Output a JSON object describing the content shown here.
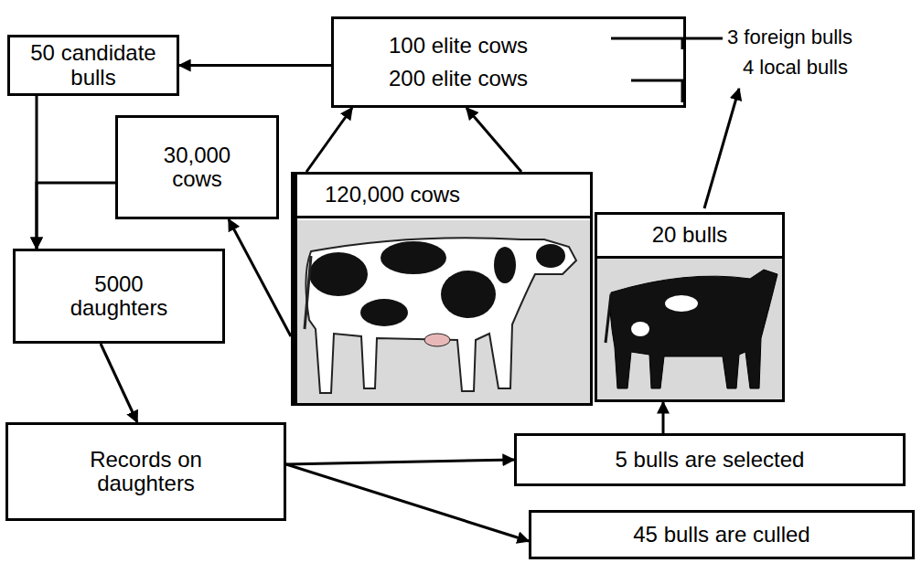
{
  "diagram": {
    "nodes": [
      {
        "text": [
          "50 candidate bulls"
        ]
      },
      {
        "text": [
          "100 elite cows",
          "200 elite cows"
        ]
      },
      {
        "text": [
          "30,000 cows"
        ]
      },
      {
        "text": [
          "120,000 cows"
        ]
      },
      {
        "text": [
          "20 bulls"
        ]
      },
      {
        "text": [
          "5000 daughters"
        ]
      },
      {
        "text": [
          "Records on daughters"
        ]
      },
      {
        "text": [
          "5 bulls are selected"
        ]
      },
      {
        "text": [
          "45 bulls are culled"
        ]
      }
    ],
    "edges": [
      {
        "from": 1,
        "to": 0,
        "arrow": "to"
      },
      {
        "from": 3,
        "to": 1,
        "arrow": "to"
      },
      {
        "from": 3,
        "to": 1,
        "arrow": "to"
      },
      {
        "from": 3,
        "to": 2,
        "arrow": "to"
      },
      {
        "from": 0,
        "to": 5,
        "arrow": "to"
      },
      {
        "from": 2,
        "to": 5,
        "arrow": "to"
      },
      {
        "from": 5,
        "to": 6,
        "arrow": "to"
      },
      {
        "from": 6,
        "to": 7,
        "arrow": "to"
      },
      {
        "from": 6,
        "to": 8,
        "arrow": "to"
      },
      {
        "from": 7,
        "to": 4,
        "arrow": "to"
      }
    ],
    "labels": [
      "3 foreign bulls",
      "4 local bulls"
    ]
  }
}
